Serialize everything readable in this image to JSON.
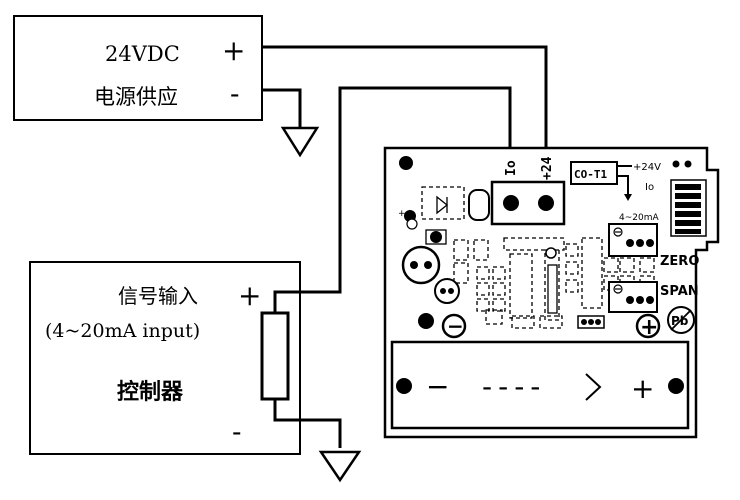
{
  "power_supply": {
    "voltage": "24VDC",
    "name": "电源供应",
    "plus": "+",
    "minus": "-"
  },
  "controller": {
    "signal_label": "信号输入",
    "signal_range": "(4~20mA input)",
    "name": "控制器",
    "plus": "+",
    "minus": "-"
  },
  "board": {
    "terminal_io": "Io",
    "terminal_24": "+24",
    "chip_label": "CO-T1",
    "supply_note": "+24V",
    "io_note": "Io",
    "range_note": "4~20mA",
    "zero_label": "ZERO",
    "span_label": "SPAN",
    "pb_mark": "Pb",
    "board_minus": "−",
    "board_plus": "+",
    "sensor_minus": "−",
    "sensor_plus": "+",
    "sensor_arrow": "----"
  }
}
